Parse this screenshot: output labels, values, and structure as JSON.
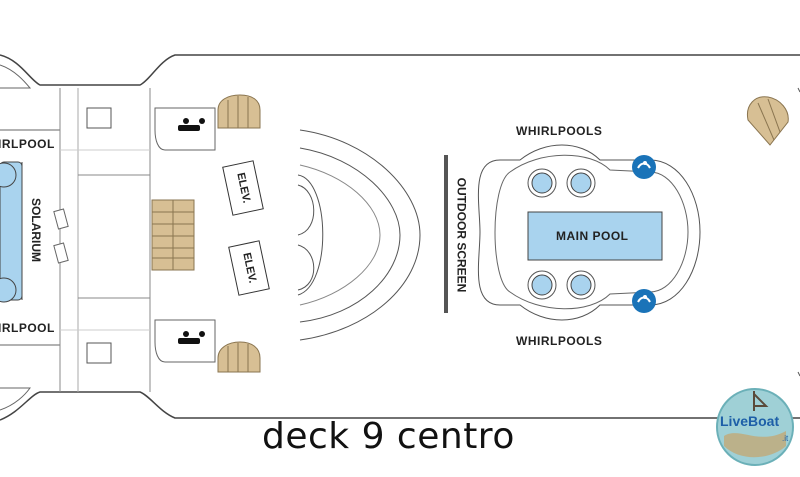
{
  "labels": {
    "whirlpool_top": "IRLPOOL",
    "whirlpool_bottom": "IRLPOOL",
    "solarium": "SOLARIUM",
    "elev_1": "ELEV.",
    "elev_2": "ELEV.",
    "outdoor_screen": "OUTDOOR SCREEN",
    "whirlpools_top": "WHIRLPOOLS",
    "whirlpools_bottom": "WHIRLPOOLS",
    "main_pool": "MAIN POOL"
  },
  "caption": "deck 9 centro",
  "logo": {
    "text": "LiveBoat",
    "suffix": ".it"
  },
  "colors": {
    "pool": "#a9d3ee",
    "stairs": "#d7bf94",
    "lines": "#444444",
    "icon_blue": "#1a73b8"
  },
  "icons": [
    "stairs-icon",
    "restroom-icon",
    "lifeguard-icon",
    "liveboat-logo"
  ]
}
